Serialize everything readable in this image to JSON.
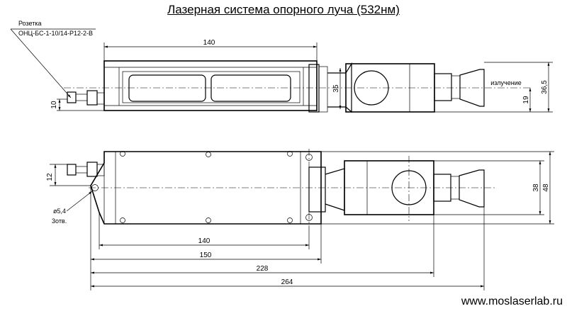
{
  "title": "Лазерная система опорного луча (532нм)",
  "website": "www.moslaserlab.ru",
  "labels": {
    "socket": "Розетка",
    "socket_type": "ОНЦ-БС-1-10/14-Р12-2-В",
    "emission": "излучение",
    "hole": "ø5,4",
    "hole_count": "3отв."
  },
  "dimensions": {
    "top_length": "140",
    "top_height": "35",
    "top_total_height": "36,5",
    "top_axis": "19",
    "top_connector": "10",
    "bottom_connector": "12",
    "bottom_height": "38",
    "bottom_total_height": "48",
    "length_140": "140",
    "length_150": "150",
    "length_228": "228",
    "length_264": "264"
  }
}
